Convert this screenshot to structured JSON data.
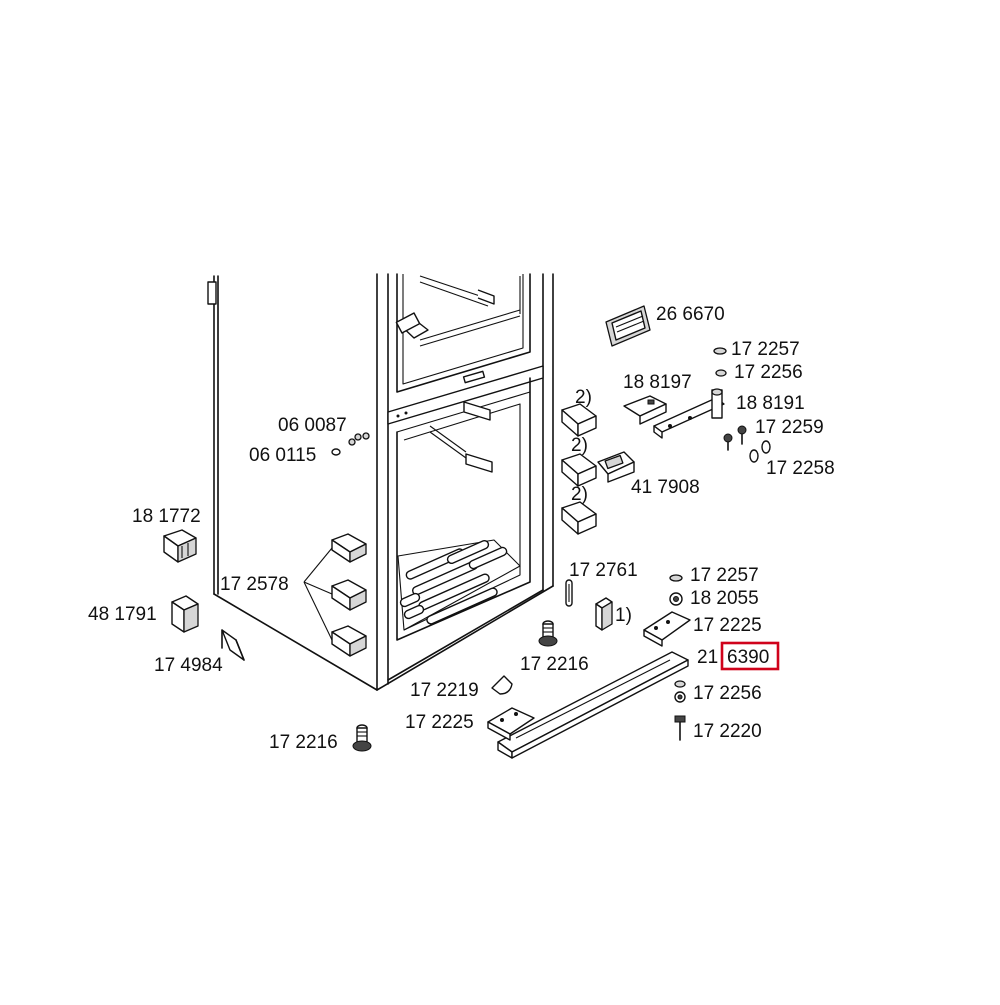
{
  "diagram": {
    "highlight_color": "#d0021b",
    "labels": {
      "p266670": "26 6670",
      "p172257_top": "17 2257",
      "p172256_top": "17 2256",
      "p188197": "18 8197",
      "p188191": "18 8191",
      "p172259": "17 2259",
      "p172258": "17 2258",
      "p417908": "41 7908",
      "note2_a": "2)",
      "note2_b": "2)",
      "note2_c": "2)",
      "p060087": "06 0087",
      "p060115": "06 0115",
      "p181772": "18 1772",
      "p172578": "17 2578",
      "p481791": "48 1791",
      "p174984": "17 4984",
      "p172761": "17 2761",
      "note1": "1)",
      "p172257_low": "17 2257",
      "p182055": "18 2055",
      "p172225_right": "17 2225",
      "p216390_prefix": "21",
      "p216390_suffix": "6390",
      "p172256_low": "17 2256",
      "p172220": "17 2220",
      "p172216_mid": "17 2216",
      "p172219": "17 2219",
      "p172225_left": "17 2225",
      "p172216_low": "17 2216"
    }
  }
}
